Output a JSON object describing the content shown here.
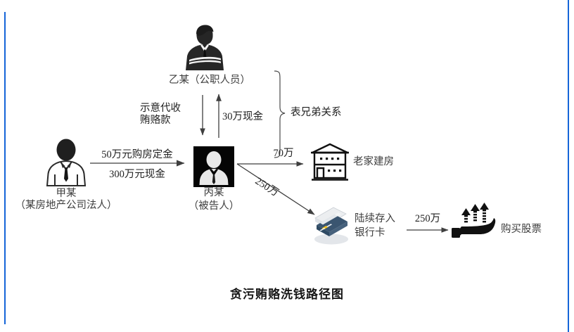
{
  "title": "贪污贿赂洗钱路径图",
  "colors": {
    "margin_rule": "#1565d8",
    "text": "#3d3d3d",
    "edge_text": "#222222",
    "arrow": "#3f3f3f",
    "icon_dark": "#262626",
    "card_blue": "#2e4a63",
    "card_chip": "#f2c11b"
  },
  "nodes": {
    "person_b": {
      "icon": "businessman-arms-crossed-icon",
      "label": "乙某（公职人员）"
    },
    "person_a": {
      "icon": "businessman-outline-icon",
      "label_line1": "甲某",
      "label_line2": "（某房地产公司法人）"
    },
    "person_c": {
      "icon": "avatar-square-icon",
      "label_line1": "丙某",
      "label_line2": "（被告人）"
    },
    "house": {
      "icon": "building-icon",
      "label": "老家建房"
    },
    "bank_card": {
      "icon": "bank-card-icon",
      "label_line1": "陆续存入",
      "label_line2": "银行卡"
    },
    "stocks": {
      "icon": "hand-rising-arrows-icon",
      "label": "购买股票"
    }
  },
  "edges": {
    "a_to_c_top": "50万元购房定金",
    "a_to_c_bottom": "300万元现金",
    "b_to_c_down": "示意代收\n贿赂款",
    "c_to_b_up": "30万现金",
    "c_to_house": "70万",
    "c_to_card": "250万",
    "card_to_stocks": "250万",
    "relation_brace": "表兄弟关系"
  }
}
